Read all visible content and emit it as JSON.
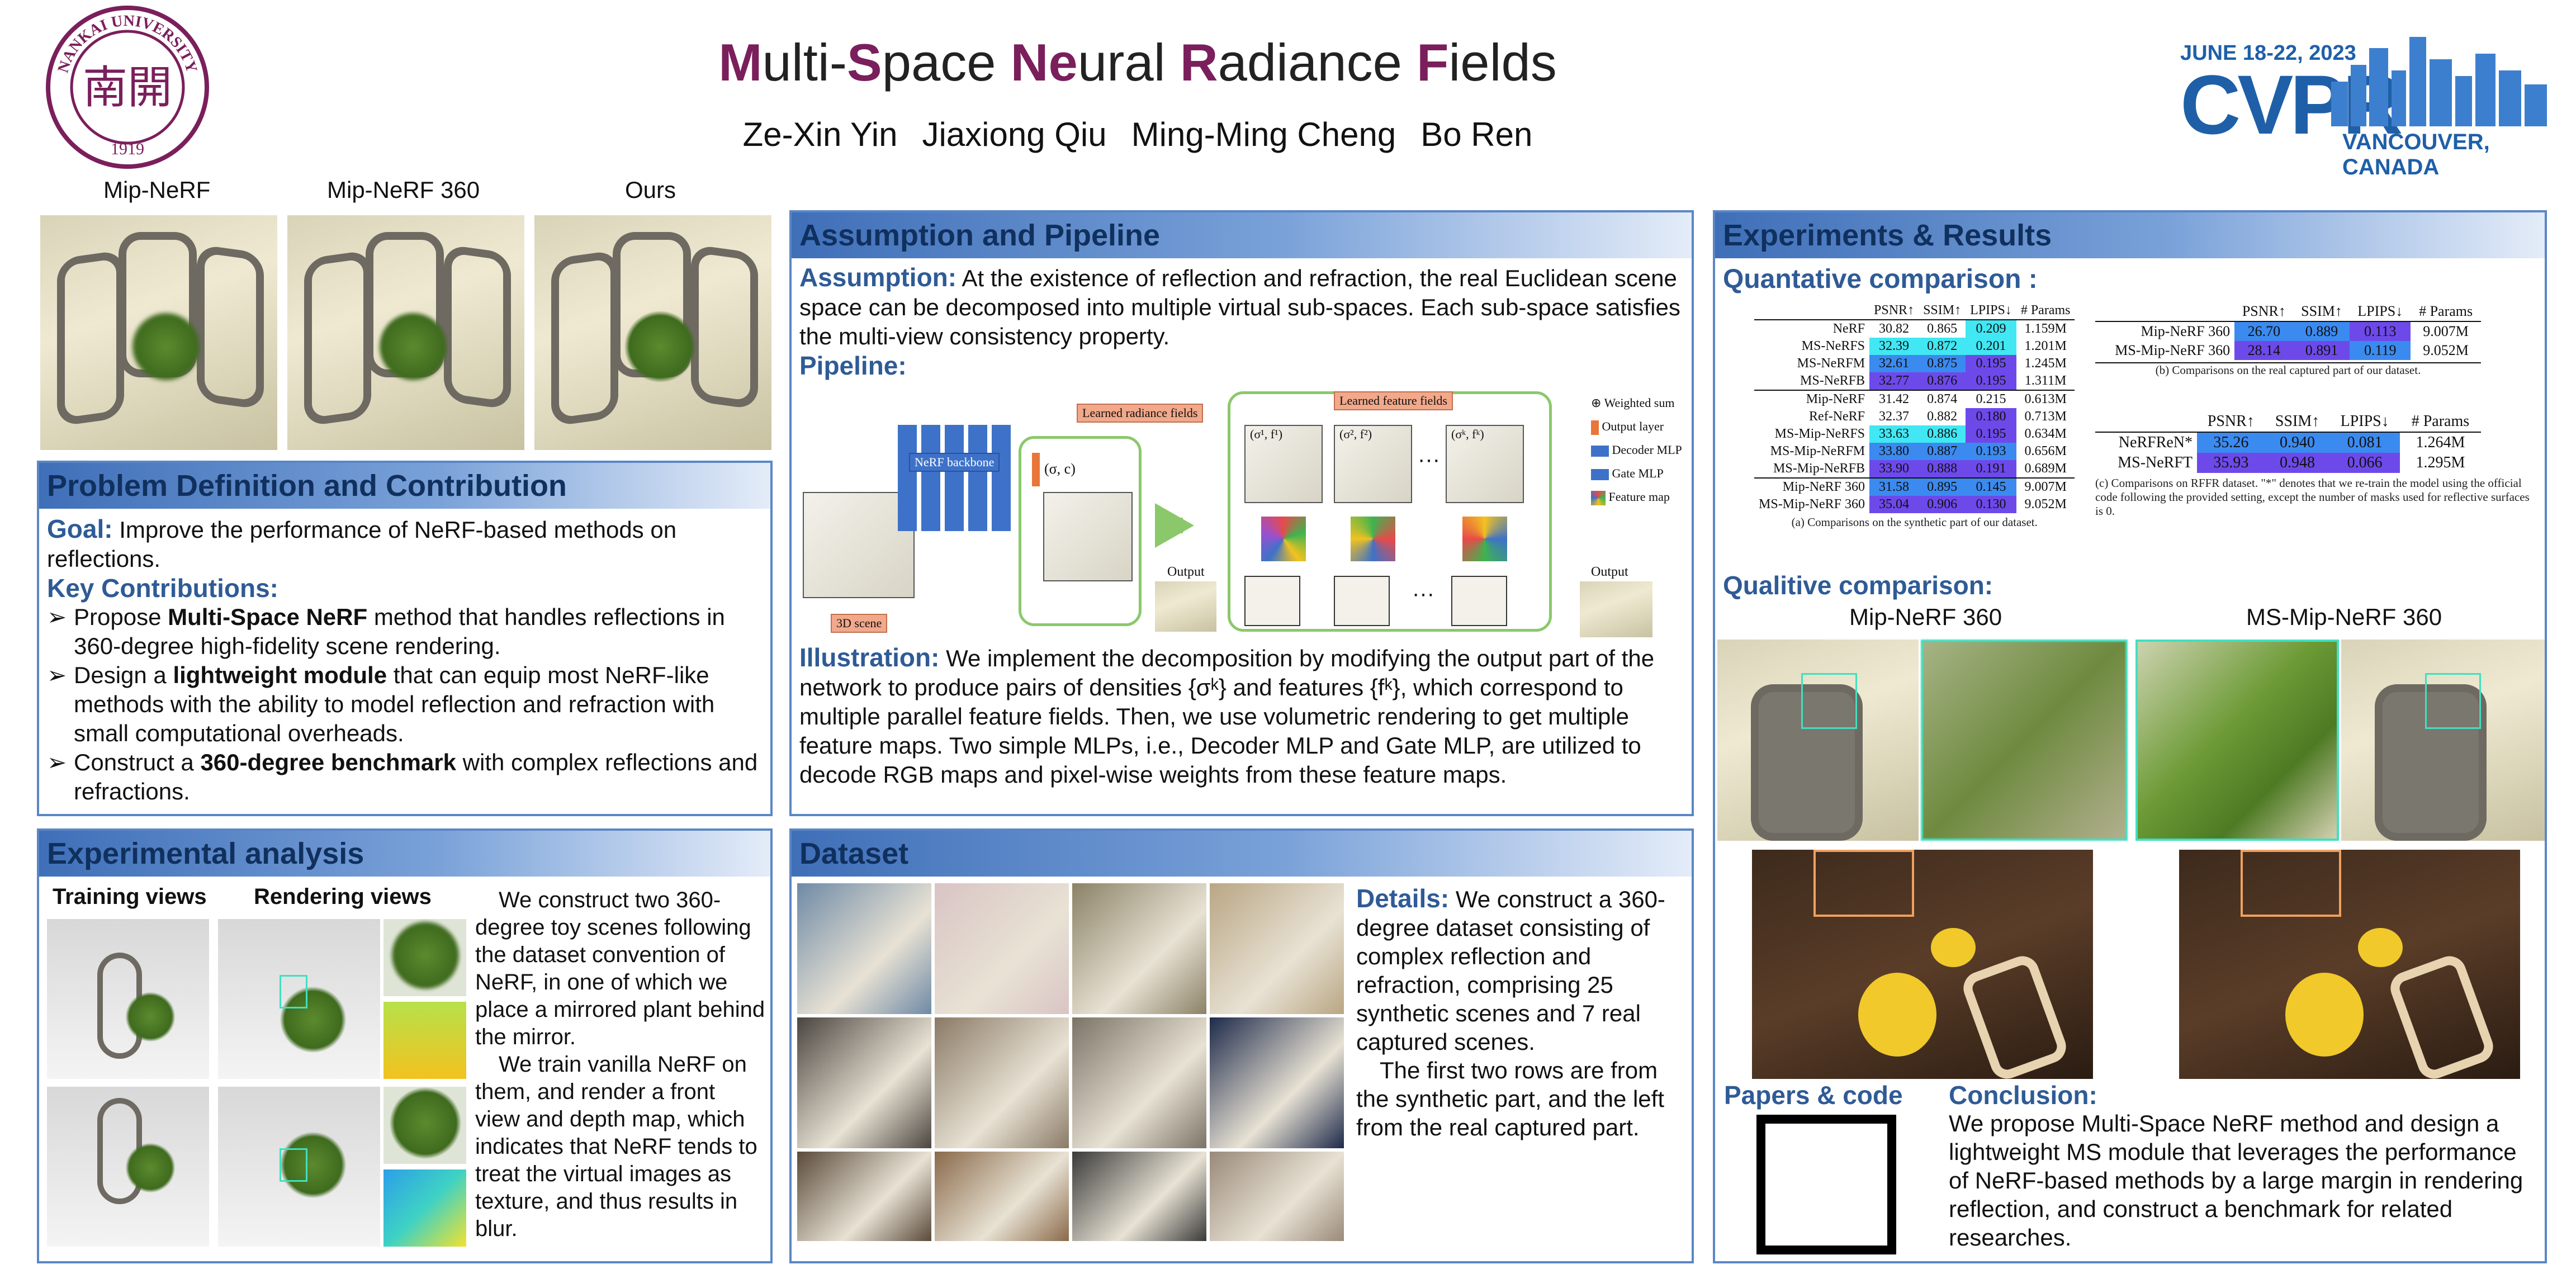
{
  "header": {
    "title_parts": [
      {
        "text": "M",
        "hl": true
      },
      {
        "text": "ulti-",
        "hl": false
      },
      {
        "text": "S",
        "hl": true
      },
      {
        "text": "pace ",
        "hl": false
      },
      {
        "text": "Ne",
        "hl": true
      },
      {
        "text": "ural ",
        "hl": false
      },
      {
        "text": "R",
        "hl": true
      },
      {
        "text": "adiance ",
        "hl": false
      },
      {
        "text": "F",
        "hl": true
      },
      {
        "text": "ields",
        "hl": false
      }
    ],
    "authors": [
      "Ze-Xin Yin",
      "Jiaxiong Qiu",
      "Ming-Ming Cheng",
      "Bo Ren"
    ],
    "logo_left": {
      "top": "NANKAI UNIVERSITY",
      "year": "1919",
      "chars": "南開"
    },
    "logo_right": {
      "dates": "JUNE 18-22, 2023",
      "name": "CVPR",
      "place": "VANCOUVER, CANADA"
    }
  },
  "teaser": {
    "labels": [
      "Mip-NeRF",
      "Mip-NeRF 360",
      "Ours"
    ]
  },
  "problem": {
    "heading": "Problem Definition and Contribution",
    "goal_label": "Goal:",
    "goal_text": "Improve the performance of NeRF-based methods on reflections.",
    "contrib_label": "Key Contributions:",
    "bullets": [
      {
        "pre": "Propose ",
        "bold": "Multi-Space NeRF",
        "post": " method that handles reflections in 360-degree high-fidelity scene rendering."
      },
      {
        "pre": "Design a ",
        "bold": "lightweight module",
        "post": " that can equip most NeRF-like methods with the ability to model reflection and refraction with small computational overheads."
      },
      {
        "pre": "Construct a ",
        "bold": "360-degree benchmark",
        "post": " with complex reflections and refractions."
      }
    ]
  },
  "analysis": {
    "heading": "Experimental analysis",
    "col1": "Training views",
    "col2": "Rendering views",
    "p1": "We construct two 360-degree toy scenes following the dataset convention of NeRF, in one of which we place a mirrored plant behind the mirror.",
    "p2": "We train vanilla NeRF on them, and render a front view and depth map, which indicates that NeRF tends to treat the virtual images as texture, and thus results in blur."
  },
  "pipeline": {
    "heading": "Assumption and Pipeline",
    "assumption_label": "Assumption:",
    "assumption_text": "At the existence of reflection and refraction, the real Euclidean scene space can be decomposed into multiple virtual sub-spaces. Each sub-space satisfies the multi-view consistency property.",
    "pipeline_label": "Pipeline:",
    "fig": {
      "scene": "3D scene",
      "backbone": "NeRF backbone",
      "radiance": "Learned radiance fields",
      "feature": "Learned feature fields",
      "sigma_c": "(σ, c)",
      "output1": "Output",
      "output2": "Output",
      "feat_labels": [
        "(σ¹, f¹)",
        "(σ², f²)",
        "(σᵏ, fᵏ)"
      ],
      "dots": "···",
      "legend": [
        "Weighted sum",
        "Output layer",
        "Decoder MLP",
        "Gate MLP",
        "Feature map"
      ]
    },
    "illustration_label": "Illustration:",
    "illustration_text": "We implement the decomposition by modifying the output part of the network to produce pairs of densities {σᵏ} and features {fᵏ}, which correspond to multiple parallel feature fields. Then, we use volumetric rendering to get multiple feature maps. Two simple MLPs, i.e., Decoder MLP and Gate MLP, are utilized to decode RGB maps and pixel-wise weights from these feature maps."
  },
  "dataset": {
    "heading": "Dataset",
    "details_label": "Details:",
    "p1": "We construct a 360-degree dataset consisting of complex reflection and refraction, comprising 25 synthetic scenes and 7 real captured scenes.",
    "p2": "The first two rows are from the synthetic part, and the left from the real captured part."
  },
  "results": {
    "heading": "Experiments & Results",
    "quant_label": "Quantative comparison :",
    "table_a": {
      "headers": [
        "",
        "PSNR↑",
        "SSIM↑",
        "LPIPS↓",
        "# Params"
      ],
      "groups": [
        [
          [
            "NeRF",
            "30.82",
            "0.865",
            "0.209",
            "1.159M"
          ],
          [
            "MS-NeRFS",
            "32.39",
            "0.872",
            "0.201",
            "1.201M"
          ],
          [
            "MS-NeRFM",
            "32.61",
            "0.875",
            "0.195",
            "1.245M"
          ],
          [
            "MS-NeRFB",
            "32.77",
            "0.876",
            "0.195",
            "1.311M"
          ]
        ],
        [
          [
            "Mip-NeRF",
            "31.42",
            "0.874",
            "0.215",
            "0.613M"
          ],
          [
            "Ref-NeRF",
            "32.37",
            "0.882",
            "0.180",
            "0.713M"
          ],
          [
            "MS-Mip-NeRFS",
            "33.63",
            "0.886",
            "0.195",
            "0.634M"
          ],
          [
            "MS-Mip-NeRFM",
            "33.80",
            "0.887",
            "0.193",
            "0.656M"
          ],
          [
            "MS-Mip-NeRFB",
            "33.90",
            "0.888",
            "0.191",
            "0.689M"
          ]
        ],
        [
          [
            "Mip-NeRF 360",
            "31.58",
            "0.895",
            "0.145",
            "9.007M"
          ],
          [
            "MS-Mip-NeRF 360",
            "35.04",
            "0.906",
            "0.130",
            "9.052M"
          ]
        ]
      ],
      "caption": "(a) Comparisons on the synthetic part of our dataset."
    },
    "table_b": {
      "headers": [
        "",
        "PSNR↑",
        "SSIM↑",
        "LPIPS↓",
        "# Params"
      ],
      "rows": [
        [
          "Mip-NeRF 360",
          "26.70",
          "0.889",
          "0.113",
          "9.007M"
        ],
        [
          "MS-Mip-NeRF 360",
          "28.14",
          "0.891",
          "0.119",
          "9.052M"
        ]
      ],
      "caption": "(b) Comparisons on the real captured part of our dataset."
    },
    "table_c": {
      "headers": [
        "",
        "PSNR↑",
        "SSIM↑",
        "LPIPS↓",
        "# Params"
      ],
      "rows": [
        [
          "NeRFReN*",
          "35.26",
          "0.940",
          "0.081",
          "1.264M"
        ],
        [
          "MS-NeRFT",
          "35.93",
          "0.948",
          "0.066",
          "1.295M"
        ]
      ],
      "caption": "(c) Comparisons on RFFR dataset. \"*\" denotes that we re-train the model using the official code following the provided setting, except the number of masks used for reflective surfaces is 0."
    },
    "qual_label": "Qualitive comparison:",
    "qual_left": "Mip-NeRF 360",
    "qual_right": "MS-Mip-NeRF 360",
    "papers_label": "Papers & code",
    "conclusion_label": "Conclusion:",
    "conclusion_text": "We propose Multi-Space NeRF method and design a lightweight MS module that leverages the performance of NeRF-based methods by a large margin in rendering reflection, and construct a benchmark for related researches."
  },
  "colors": {
    "accent": "#7a1f5c",
    "panel_border": "#5b86c6",
    "subhead": "#2f5b96",
    "cvpr": "#1f5fa8"
  }
}
